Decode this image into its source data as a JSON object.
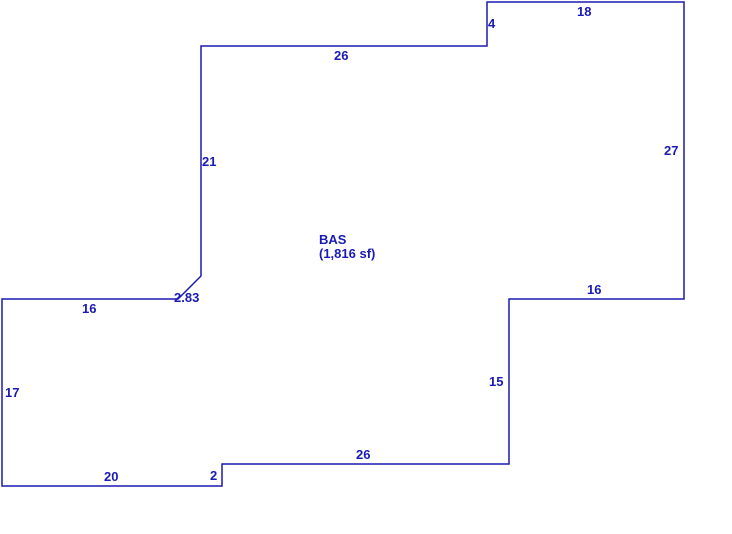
{
  "colors": {
    "line": "#1a1ab4",
    "text": "#1a1ab4",
    "background": "#ffffff"
  },
  "area": {
    "code": "BAS",
    "size": "(1,816 sf)"
  },
  "dimensions": {
    "top_step": "4",
    "top_right": "18",
    "top_left": "26",
    "right_upper": "27",
    "left_upper": "21",
    "diagonal": "2.83",
    "left_ledge": "16",
    "right_ledge": "16",
    "left_lower": "17",
    "right_lower": "15",
    "bottom_right": "26",
    "bottom_left": "20",
    "bottom_step": "2"
  }
}
